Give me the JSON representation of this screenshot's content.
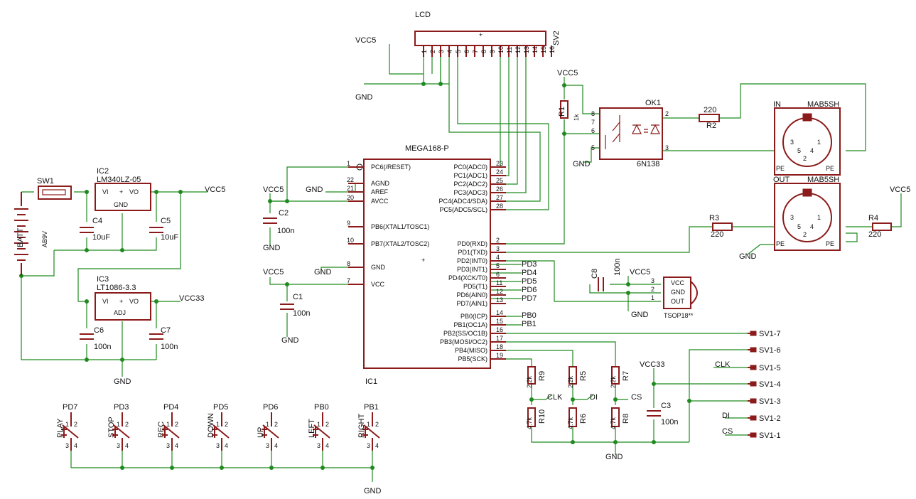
{
  "nets": {
    "lcd": "LCD",
    "vcc5": "VCC5",
    "gnd": "GND",
    "vcc33": "VCC33",
    "clk": "CLK",
    "di": "DI",
    "cs": "CS"
  },
  "mcu": {
    "name": "MEGA168-P",
    "ref": "IC1",
    "left_pins": [
      {
        "num": "1",
        "label": "PC6(/RESET)"
      },
      {
        "num": "22",
        "label": "AGND"
      },
      {
        "num": "21",
        "label": "AREF"
      },
      {
        "num": "20",
        "label": "AVCC"
      },
      {
        "num": "9",
        "label": "PB6(XTAL1/TOSC1)"
      },
      {
        "num": "10",
        "label": "PB7(XTAL2/TOSC2)"
      },
      {
        "num": "8",
        "label": "GND"
      },
      {
        "num": "7",
        "label": "VCC"
      }
    ],
    "right_pins": [
      {
        "num": "23",
        "label": "PC0(ADC0)"
      },
      {
        "num": "24",
        "label": "PC1(ADC1)"
      },
      {
        "num": "25",
        "label": "PC2(ADC2)"
      },
      {
        "num": "26",
        "label": "PC3(ADC3)"
      },
      {
        "num": "27",
        "label": "PC4(ADC4/SDA)"
      },
      {
        "num": "28",
        "label": "PC5(ADC5/SCL)"
      },
      {
        "num": "2",
        "label": "PD0(RXD)"
      },
      {
        "num": "3",
        "label": "PD1(TXD)"
      },
      {
        "num": "4",
        "label": "PD2(INT0)"
      },
      {
        "num": "5",
        "label": "PD3(INT1)",
        "net": "PD3"
      },
      {
        "num": "6",
        "label": "PD4(XCK/T0)",
        "net": "PD4"
      },
      {
        "num": "11",
        "label": "PD5(T1)",
        "net": "PD5"
      },
      {
        "num": "12",
        "label": "PD6(AIN0)",
        "net": "PD6"
      },
      {
        "num": "13",
        "label": "PD7(AIN1)",
        "net": "PD7"
      },
      {
        "num": "14",
        "label": "PB0(ICP)",
        "net": "PB0"
      },
      {
        "num": "15",
        "label": "PB1(OC1A)",
        "net": "PB1"
      },
      {
        "num": "16",
        "label": "PB2(SS/OC1B)"
      },
      {
        "num": "17",
        "label": "PB3(MOSI/OC2)"
      },
      {
        "num": "18",
        "label": "PB4(MISO)"
      },
      {
        "num": "19",
        "label": "PB5(SCK)"
      }
    ]
  },
  "lcd_header": {
    "ref": "SV2",
    "pins": [
      "1",
      "2",
      "3",
      "4",
      "5",
      "6",
      "7",
      "8",
      "9",
      "10",
      "11",
      "12",
      "13",
      "14",
      "15",
      "16"
    ]
  },
  "optocoupler": {
    "ref": "OK1",
    "value": "6N138",
    "pins": [
      "8",
      "7",
      "6",
      "5",
      "2",
      "3"
    ]
  },
  "midi_in": {
    "ref": "IN",
    "value": "MAB5SH",
    "pins": [
      "3",
      "1",
      "5",
      "4",
      "2"
    ],
    "pe": "PE"
  },
  "midi_out": {
    "ref": "OUT",
    "value": "MAB5SH",
    "pins": [
      "3",
      "1",
      "5",
      "4",
      "2"
    ],
    "pe": "PE"
  },
  "ir_receiver": {
    "ref": "TSOP18**",
    "pins": [
      "VCC",
      "GND",
      "OUT"
    ],
    "pin_nums": [
      "3",
      "2",
      "1"
    ]
  },
  "resistors": [
    {
      "ref": "R1",
      "value": "1k"
    },
    {
      "ref": "R2",
      "value": "220"
    },
    {
      "ref": "R3",
      "value": "220"
    },
    {
      "ref": "R4",
      "value": "220"
    },
    {
      "ref": "R9",
      "value": "2.2k"
    },
    {
      "ref": "R5",
      "value": "2.2k"
    },
    {
      "ref": "R7",
      "value": "2.2k"
    },
    {
      "ref": "R10",
      "value": "4.7k"
    },
    {
      "ref": "R6",
      "value": "4.7k"
    },
    {
      "ref": "R8",
      "value": "4.7k"
    }
  ],
  "capacitors": [
    {
      "ref": "C2",
      "value": "100n"
    },
    {
      "ref": "C1",
      "value": "100n"
    },
    {
      "ref": "C4",
      "value": "10uF"
    },
    {
      "ref": "C5",
      "value": "10uF"
    },
    {
      "ref": "C6",
      "value": "100n"
    },
    {
      "ref": "C7",
      "value": "100n"
    },
    {
      "ref": "C8",
      "value": "100n"
    },
    {
      "ref": "C3",
      "value": "100n"
    }
  ],
  "regulators": [
    {
      "ref": "IC2",
      "value": "LM340LZ-05",
      "pins": [
        "VI",
        "VO",
        "GND"
      ]
    },
    {
      "ref": "IC3",
      "value": "LT1086-3.3",
      "pins": [
        "VI",
        "VO",
        "ADJ"
      ]
    }
  ],
  "battery": {
    "ref": "BATT",
    "value": "AB9V"
  },
  "power_switch": {
    "ref": "SW1"
  },
  "sd_header": {
    "pins": [
      "SV1-7",
      "SV1-6",
      "SV1-5",
      "SV1-4",
      "SV1-3",
      "SV1-2",
      "SV1-1"
    ]
  },
  "buttons": [
    {
      "label": "PLAY",
      "net": "PD7"
    },
    {
      "label": "STOP",
      "net": "PD3"
    },
    {
      "label": "REC",
      "net": "PD4"
    },
    {
      "label": "DOWN",
      "net": "PD5"
    },
    {
      "label": "UP",
      "net": "PD6"
    },
    {
      "label": "LEFT",
      "net": "PB0"
    },
    {
      "label": "RIGHT",
      "net": "PB1"
    }
  ],
  "colors": {
    "wire": "#1f8a1f",
    "part": "#8b1a1a",
    "text": "#111111",
    "background": "#ffffff"
  }
}
